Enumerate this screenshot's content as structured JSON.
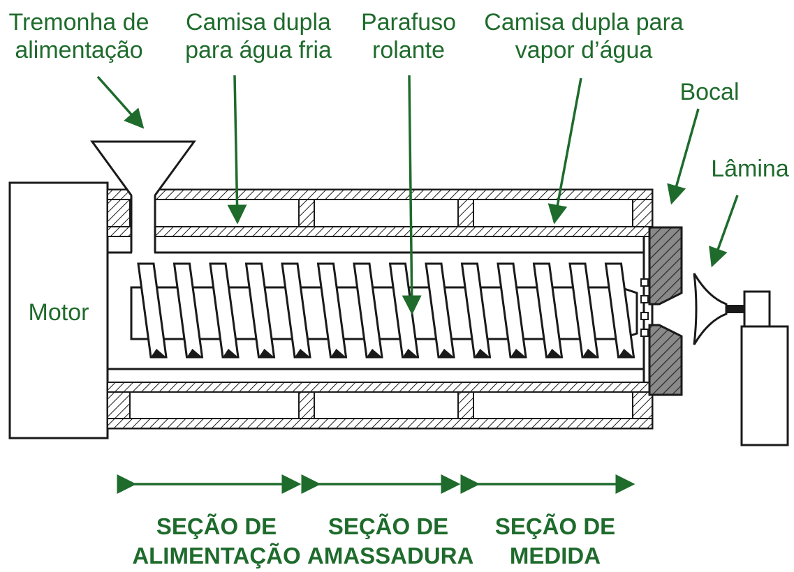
{
  "colors": {
    "label": "#1e6b2c",
    "line": "#1a1a1a",
    "die": "#8a8a8a",
    "background": "#ffffff"
  },
  "labels": {
    "hopper": [
      "Tremonha de",
      "alimentação"
    ],
    "cold_jacket": [
      "Camisa dupla",
      "para água fria"
    ],
    "screw": [
      "Parafuso",
      "rolante"
    ],
    "steam_jacket": [
      "Camisa dupla para",
      "vapor d’água"
    ],
    "nozzle": "Bocal",
    "blade": "Lâmina",
    "motor": "Motor"
  },
  "sections": [
    {
      "lines": [
        "SEÇÃO DE",
        "ALIMENTAÇÃO"
      ]
    },
    {
      "lines": [
        "SEÇÃO DE",
        "AMASSADURA"
      ]
    },
    {
      "lines": [
        "SEÇÃO DE",
        "MEDIDA"
      ]
    }
  ]
}
